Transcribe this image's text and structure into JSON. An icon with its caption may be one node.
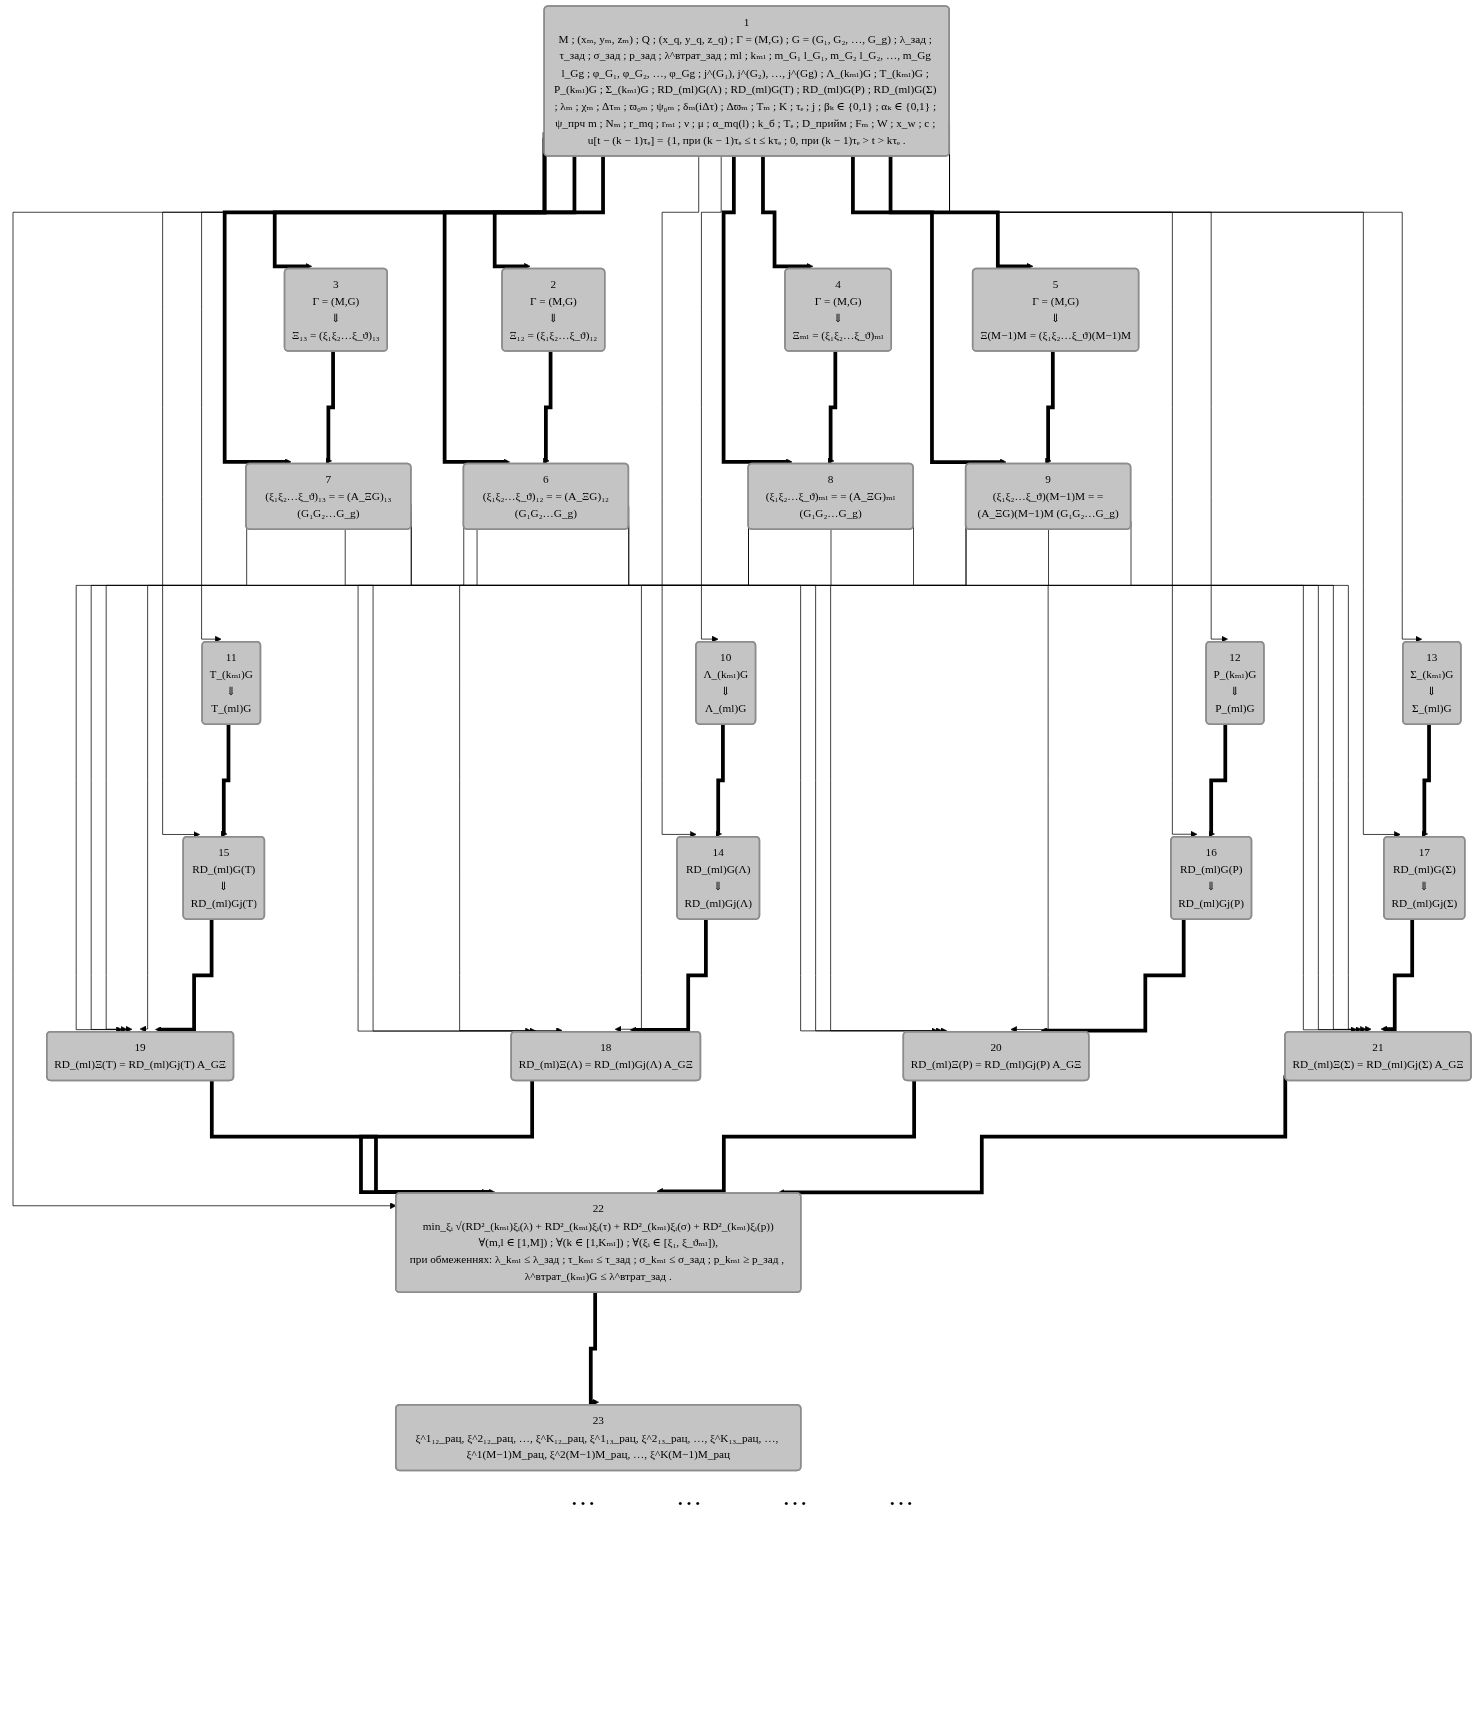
{
  "diagram": {
    "nodes": [
      {
        "text": [
          "1",
          "M ; (xₘ, yₘ, zₘ) ; Q ; (x_q, y_q, z_q) ; Γ = (M,G) ; G = (G₁, G₂, …, G_g) ; λ_зад ; τ_зад ; σ_зад ; p_зад ; λ^втрат_зад ; ml ; kₘₗ ; m_G₁ l_G₁, m_G₂ l_G₂, …, m_Gg l_Gg ; φ_G₁, φ_G₂, …, φ_Gg ; j^(G₁), j^(G₂), …, j^(Gg) ; Λ_(kₘₗ)G ; T_(kₘₗ)G ; P_(kₘₗ)G ; Σ_(kₘₗ)G ; RD_(ml)G(Λ) ; RD_(ml)G(T) ; RD_(ml)G(P) ; RD_(ml)G(Σ) ; λₘ ; χₘ ; Δτₘ ; ϖ₀ₘ ; ψ₀ₘ ; δₘ(iΔτ) ; Δϖₘ ; Tₘ ; K ; τₑ ; j ; βₖ ∈ {0,1} ; αₖ ∈ {0,1} ; ψ_пpч m ; Nₘ ; r_mq ; rₘₗ ; ν ; μ ; α_mq(l) ; k_б ; Tₑ ; D_прийм ; Fₘ ; W ; x_w ; c ; u[t − (k − 1)τₑ] = {1, при (k − 1)τₑ ≤ t ≤ kτₑ ; 0, при (k − 1)τₑ > t > kτₑ ."
        ]
      },
      {
        "text": [
          "2",
          "Γ = (M,G)",
          "⇓",
          "Ξ₁₂ = (ξ₁ξ₂…ξ_ϑ)₁₂"
        ]
      },
      {
        "text": [
          "3",
          "Γ = (M,G)",
          "⇓",
          "Ξ₁₃ = (ξ₁ξ₂…ξ_ϑ)₁₃"
        ]
      },
      {
        "text": [
          "4",
          "Γ = (M,G)",
          "⇓",
          "Ξₘₗ = (ξ₁ξ₂…ξ_ϑ)ₘₗ"
        ]
      },
      {
        "text": [
          "5",
          "Γ = (M,G)",
          "⇓",
          "Ξ(M−1)M = (ξ₁ξ₂…ξ_ϑ)(M−1)M"
        ]
      },
      {
        "text": [
          "6",
          "(ξ₁ξ₂…ξ_ϑ)₁₂ = = (A_ΞG)₁₂ (G₁G₂…G_g)"
        ]
      },
      {
        "text": [
          "7",
          "(ξ₁ξ₂…ξ_ϑ)₁₃ = = (A_ΞG)₁₃ (G₁G₂…G_g)"
        ]
      },
      {
        "text": [
          "8",
          "(ξ₁ξ₂…ξ_ϑ)ₘₗ = = (A_ΞG)ₘₗ (G₁G₂…G_g)"
        ]
      },
      {
        "text": [
          "9",
          "(ξ₁ξ₂…ξ_ϑ)(M−1)M = = (A_ΞG)(M−1)M (G₁G₂…G_g)"
        ]
      },
      {
        "text": [
          "10",
          "Λ_(kₘₗ)G",
          "⇓",
          "Λ_(ml)G"
        ]
      },
      {
        "text": [
          "11",
          "T_(kₘₗ)G",
          "⇓",
          "T_(ml)G"
        ]
      },
      {
        "text": [
          "12",
          "P_(kₘₗ)G",
          "⇓",
          "P_(ml)G"
        ]
      },
      {
        "text": [
          "13",
          "Σ_(kₘₗ)G",
          "⇓",
          "Σ_(ml)G"
        ]
      },
      {
        "text": [
          "14",
          "RD_(ml)G(Λ)",
          "⇓",
          "RD_(ml)Gj(Λ)"
        ]
      },
      {
        "text": [
          "15",
          "RD_(ml)G(T)",
          "⇓",
          "RD_(ml)Gj(T)"
        ]
      },
      {
        "text": [
          "16",
          "RD_(ml)G(P)",
          "⇓",
          "RD_(ml)Gj(P)"
        ]
      },
      {
        "text": [
          "17",
          "RD_(ml)G(Σ)",
          "⇓",
          "RD_(ml)Gj(Σ)"
        ]
      },
      {
        "text": [
          "18",
          "RD_(ml)Ξ(Λ) = RD_(ml)Gj(Λ) A_GΞ"
        ]
      },
      {
        "text": [
          "19",
          "RD_(ml)Ξ(T) = RD_(ml)Gj(T) A_GΞ"
        ]
      },
      {
        "text": [
          "20",
          "RD_(ml)Ξ(P) = RD_(ml)Gj(P) A_GΞ"
        ]
      },
      {
        "text": [
          "21",
          "RD_(ml)Ξ(Σ) = RD_(ml)Gj(Σ) A_GΞ"
        ]
      },
      {
        "text": [
          "22",
          "min_ξᵢ √(RD²_(kₘₗ)ξᵢ(λ) + RD²_(kₘₗ)ξᵢ(τ) + RD²_(kₘₗ)ξᵢ(σ) + RD²_(kₘₗ)ξᵢ(p))",
          "∀(m,l ∈ [1,M]) ; ∀(k ∈ [1,Kₘₗ]) ; ∀(ξᵢ ∈ [ξ₁, ξ_ϑₘₗ]),",
          "при обмеженнях: λ_kₘₗ ≤ λ_зад ; τ_kₘₗ ≤ τ_зад ; σ_kₘₗ ≤ σ_зад ; p_kₘₗ ≥ p_зад , λ^втрат_(kₘₗ)G ≤ λ^втрат_зад ."
        ]
      },
      {
        "text": [
          "23",
          "ξ^1₁₂_рац, ξ^2₁₂_рац, …, ξ^K₁₂_рац, ξ^1₁₃_рац, ξ^2₁₃_рац, …, ξ^K₁₃_рац, …, ξ^1(M−1)M_рац, ξ^2(M−1)M_рац, …, ξ^K(M−1)M_рац"
        ]
      }
    ],
    "edges": [
      {
        "from": 0,
        "to": 1,
        "arrow": "to",
        "style": "thick"
      },
      {
        "from": 0,
        "to": 2,
        "arrow": "to",
        "style": "thick"
      },
      {
        "from": 0,
        "to": 3,
        "arrow": "to",
        "style": "thick"
      },
      {
        "from": 0,
        "to": 4,
        "arrow": "to",
        "style": "thick"
      },
      {
        "from": 0,
        "to": 5,
        "arrow": "to",
        "style": "thick"
      },
      {
        "from": 0,
        "to": 6,
        "arrow": "to",
        "style": "thick"
      },
      {
        "from": 0,
        "to": 7,
        "arrow": "to",
        "style": "thick"
      },
      {
        "from": 0,
        "to": 8,
        "arrow": "to",
        "style": "thick"
      },
      {
        "from": 1,
        "to": 5,
        "arrow": "to",
        "style": "thick"
      },
      {
        "from": 2,
        "to": 6,
        "arrow": "to",
        "style": "thick"
      },
      {
        "from": 3,
        "to": 7,
        "arrow": "to",
        "style": "thick"
      },
      {
        "from": 4,
        "to": 8,
        "arrow": "to",
        "style": "thick"
      },
      {
        "from": 5,
        "to": 17,
        "arrow": "to"
      },
      {
        "from": 5,
        "to": 18,
        "arrow": "to"
      },
      {
        "from": 5,
        "to": 19,
        "arrow": "to"
      },
      {
        "from": 5,
        "to": 20,
        "arrow": "to"
      },
      {
        "from": 6,
        "to": 17,
        "arrow": "to"
      },
      {
        "from": 6,
        "to": 18,
        "arrow": "to"
      },
      {
        "from": 6,
        "to": 19,
        "arrow": "to"
      },
      {
        "from": 6,
        "to": 20,
        "arrow": "to"
      },
      {
        "from": 7,
        "to": 17,
        "arrow": "to"
      },
      {
        "from": 7,
        "to": 18,
        "arrow": "to"
      },
      {
        "from": 7,
        "to": 19,
        "arrow": "to"
      },
      {
        "from": 7,
        "to": 20,
        "arrow": "to"
      },
      {
        "from": 8,
        "to": 17,
        "arrow": "to"
      },
      {
        "from": 8,
        "to": 18,
        "arrow": "to"
      },
      {
        "from": 8,
        "to": 19,
        "arrow": "to"
      },
      {
        "from": 8,
        "to": 20,
        "arrow": "to"
      },
      {
        "from": 0,
        "to": 9,
        "arrow": "to"
      },
      {
        "from": 0,
        "to": 10,
        "arrow": "to"
      },
      {
        "from": 0,
        "to": 11,
        "arrow": "to"
      },
      {
        "from": 0,
        "to": 12,
        "arrow": "to"
      },
      {
        "from": 0,
        "to": 13,
        "arrow": "to"
      },
      {
        "from": 0,
        "to": 14,
        "arrow": "to"
      },
      {
        "from": 0,
        "to": 15,
        "arrow": "to"
      },
      {
        "from": 0,
        "to": 16,
        "arrow": "to"
      },
      {
        "from": 0,
        "to": 21,
        "arrow": "to"
      },
      {
        "from": 9,
        "to": 13,
        "arrow": "to",
        "style": "thick"
      },
      {
        "from": 10,
        "to": 14,
        "arrow": "to",
        "style": "thick"
      },
      {
        "from": 11,
        "to": 15,
        "arrow": "to",
        "style": "thick"
      },
      {
        "from": 12,
        "to": 16,
        "arrow": "to",
        "style": "thick"
      },
      {
        "from": 13,
        "to": 17,
        "arrow": "to",
        "style": "thick"
      },
      {
        "from": 14,
        "to": 18,
        "arrow": "to",
        "style": "thick"
      },
      {
        "from": 15,
        "to": 19,
        "arrow": "to",
        "style": "thick"
      },
      {
        "from": 16,
        "to": 20,
        "arrow": "to",
        "style": "thick"
      },
      {
        "from": 17,
        "to": 21,
        "arrow": "to",
        "style": "thick"
      },
      {
        "from": 18,
        "to": 21,
        "arrow": "to",
        "style": "thick"
      },
      {
        "from": 19,
        "to": 21,
        "arrow": "to",
        "style": "thick"
      },
      {
        "from": 20,
        "to": 21,
        "arrow": "to",
        "style": "thick"
      },
      {
        "from": 21,
        "to": 22,
        "arrow": "to",
        "style": "thick"
      }
    ],
    "labels": [
      "…",
      "…",
      "…",
      "…"
    ]
  }
}
